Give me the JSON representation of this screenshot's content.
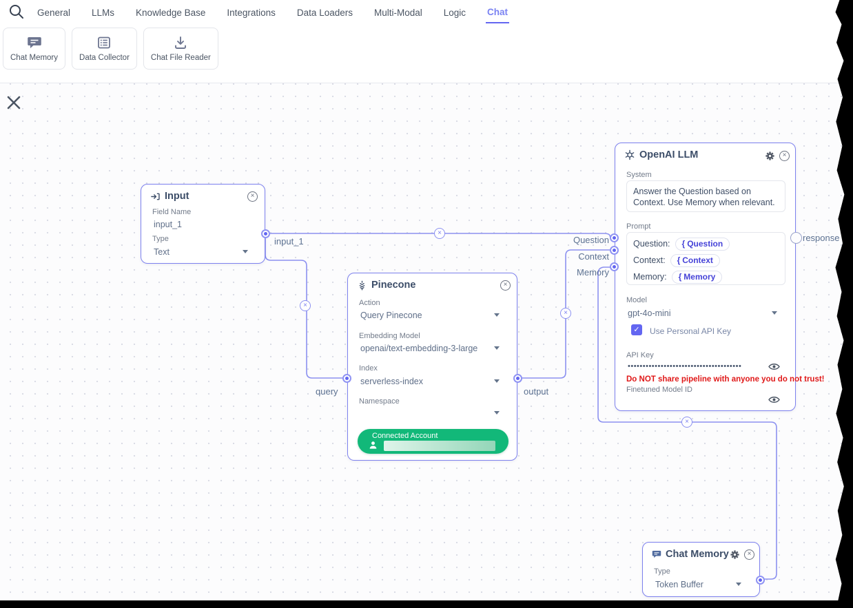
{
  "nav": {
    "tabs": [
      {
        "label": "General",
        "active": false
      },
      {
        "label": "LLMs",
        "active": false
      },
      {
        "label": "Knowledge Base",
        "active": false
      },
      {
        "label": "Integrations",
        "active": false
      },
      {
        "label": "Data Loaders",
        "active": false
      },
      {
        "label": "Multi-Modal",
        "active": false
      },
      {
        "label": "Logic",
        "active": false
      },
      {
        "label": "Chat",
        "active": true
      }
    ]
  },
  "toolbar": {
    "cards": [
      {
        "icon": "chat-bubble-icon",
        "label": "Chat Memory"
      },
      {
        "icon": "table-list-icon",
        "label": "Data Collector"
      },
      {
        "icon": "download-icon",
        "label": "Chat File Reader"
      }
    ]
  },
  "icons": {
    "search": "magnifier",
    "canvas_close": "x-mark",
    "node_close": "circled-x",
    "node_settings": "gear",
    "edge_delete": "circled-x",
    "password_visibility": "eye"
  },
  "colors": {
    "accent": "#6366f1",
    "active_tab": "#7b83f2",
    "edge": "#8b90f0",
    "node_border": "#7d81ee",
    "connected_green": "#12b879",
    "warning_red": "#e01919",
    "canvas_bg": "#fcfcfd"
  },
  "edge_labels": {
    "input_1": "input_1",
    "query": "query",
    "output": "output",
    "question": "Question",
    "context": "Context",
    "memory": "Memory",
    "response": "response"
  },
  "nodes": {
    "input": {
      "title": "Input",
      "field_name_label": "Field Name",
      "field_name_value": "input_1",
      "type_label": "Type",
      "type_value": "Text"
    },
    "pinecone": {
      "title": "Pinecone",
      "action_label": "Action",
      "action_value": "Query Pinecone",
      "embedding_label": "Embedding Model",
      "embedding_value": "openai/text-embedding-3-large",
      "index_label": "Index",
      "index_value": "serverless-index",
      "namespace_label": "Namespace",
      "namespace_value": "",
      "connected_account_label": "Connected Account"
    },
    "openai": {
      "title": "OpenAI LLM",
      "system_label": "System",
      "system_value": "Answer the Question based on Context. Use Memory when relevant.",
      "prompt_label": "Prompt",
      "prompt_rows": [
        {
          "prefix": "Question:",
          "chip": "Question"
        },
        {
          "prefix": "Context:",
          "chip": "Context"
        },
        {
          "prefix": "Memory:",
          "chip": "Memory"
        }
      ],
      "model_label": "Model",
      "model_value": "gpt-4o-mini",
      "use_personal_key_label": "Use Personal API Key",
      "use_personal_key_checked": true,
      "api_key_label": "API Key",
      "api_key_masked": "••••••••••••••••••••••••••••••••••••••",
      "warning": "Do NOT share pipeline with anyone you do not trust!",
      "finetuned_label": "Finetuned Model ID"
    },
    "chat_memory": {
      "title": "Chat Memory",
      "type_label": "Type",
      "type_value": "Token Buffer"
    }
  }
}
